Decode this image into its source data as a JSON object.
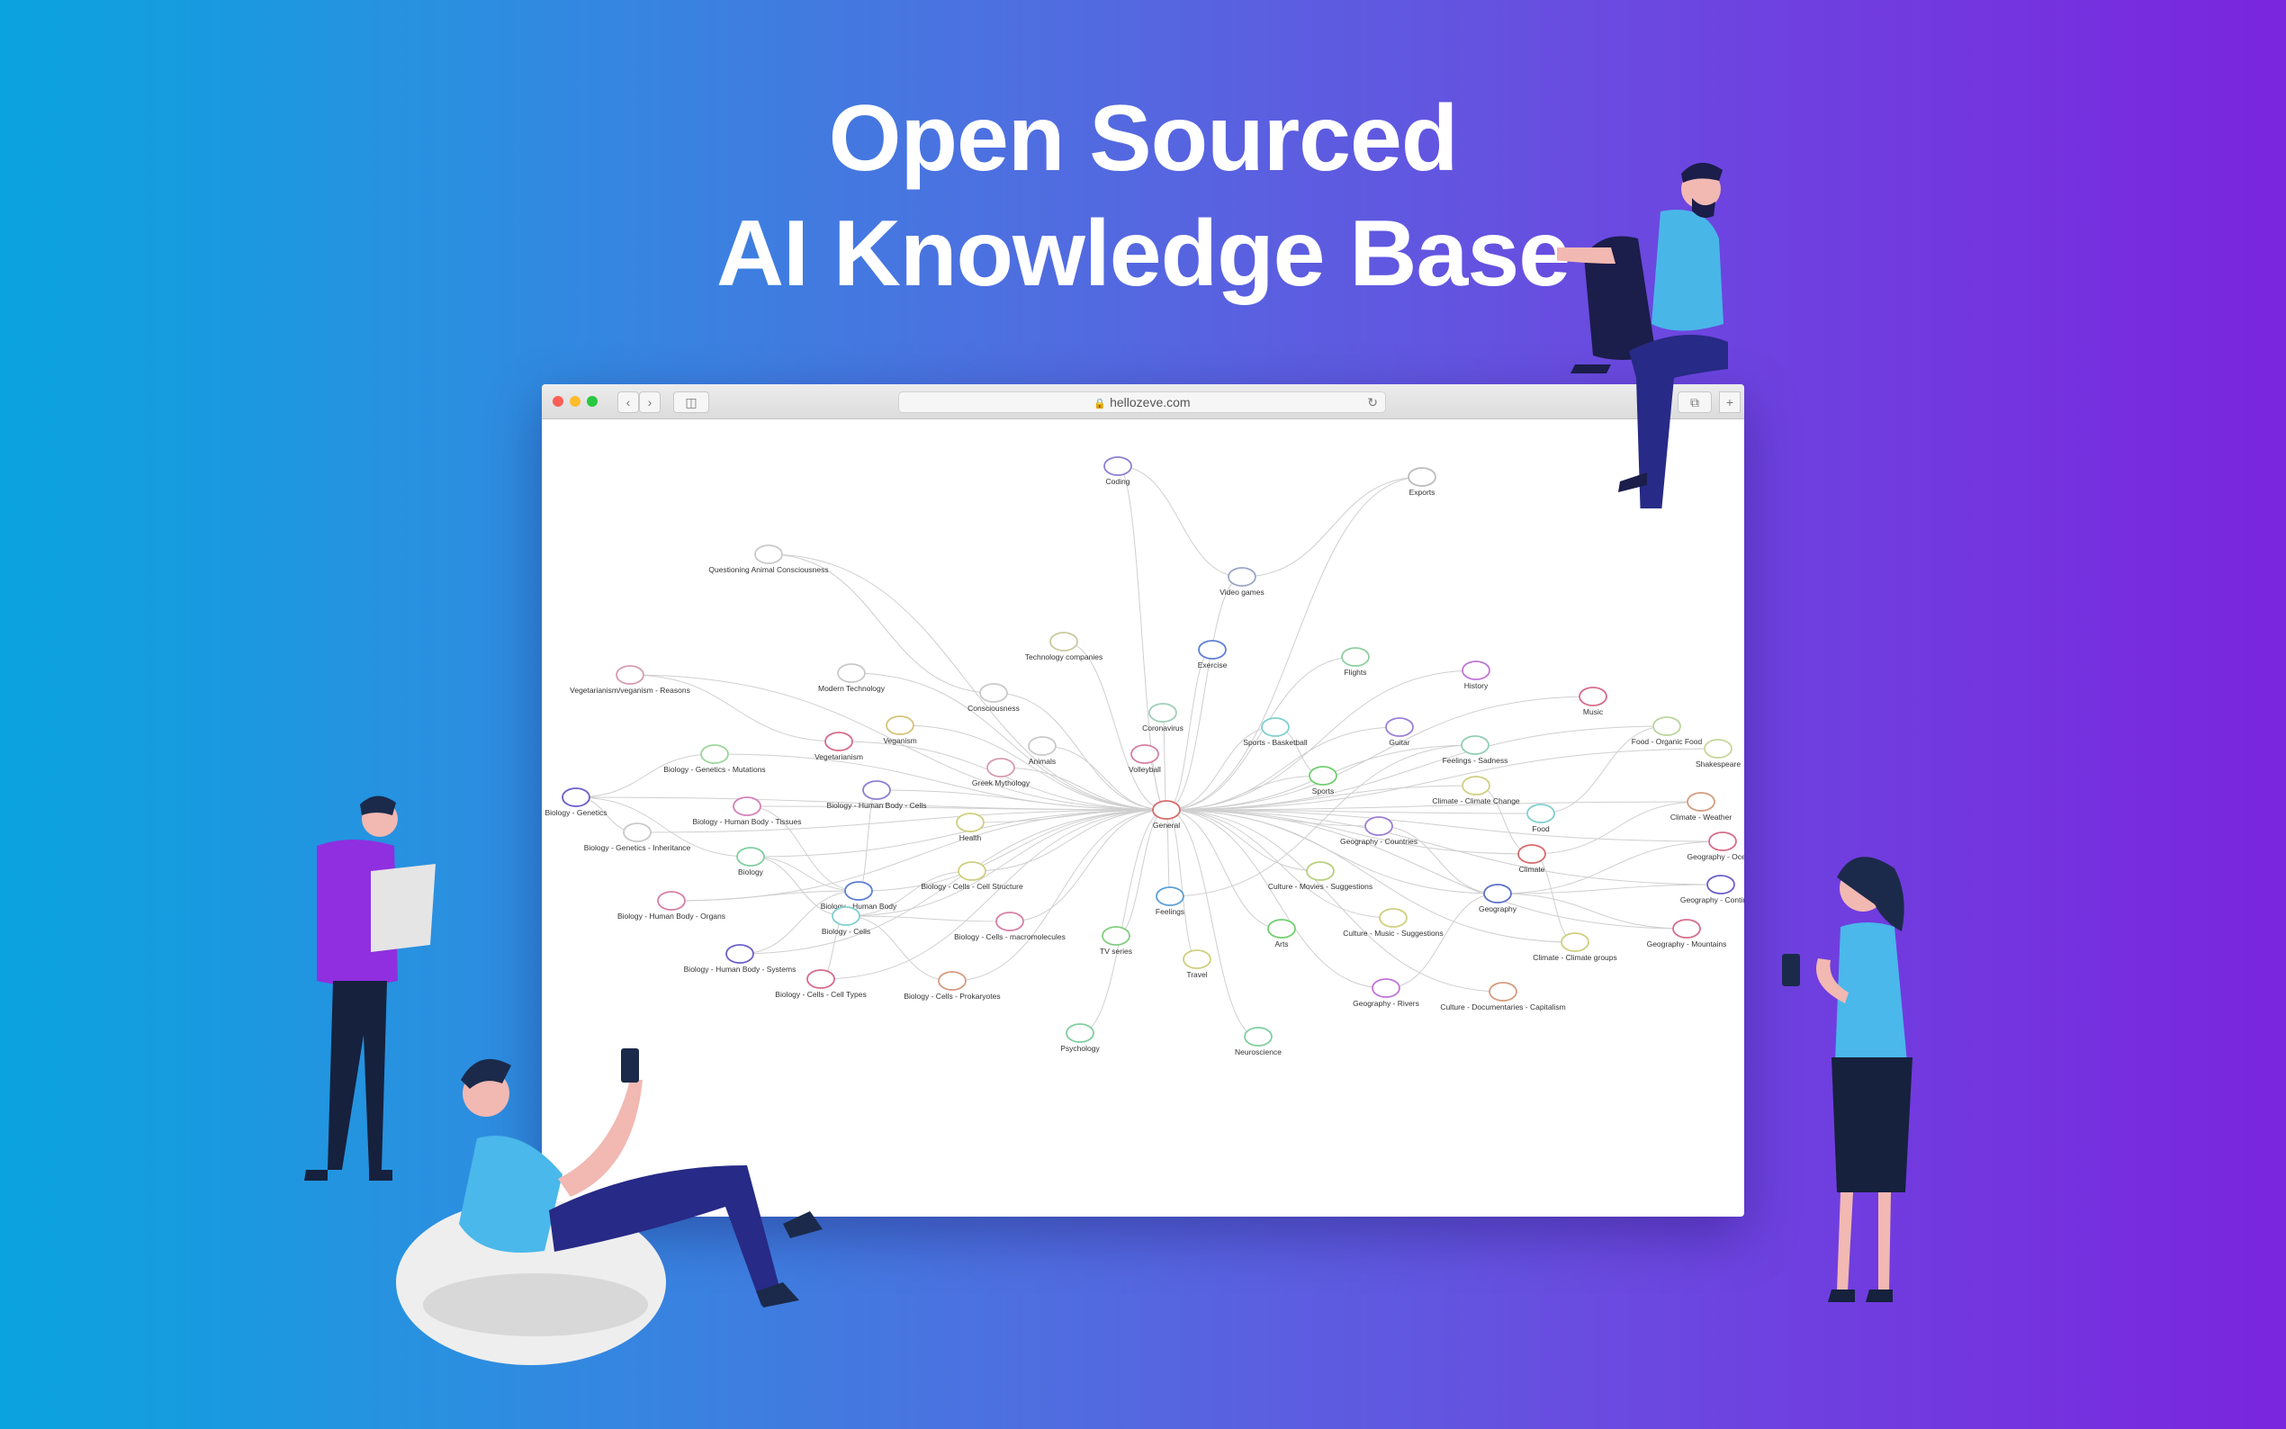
{
  "hero": {
    "line1": "Open Sourced",
    "line2": "AI Knowledge Base"
  },
  "browser": {
    "url": "hellozeve.com",
    "lock_icon": "lock-icon",
    "reload_icon": "reload-icon"
  },
  "graph": {
    "center": "General",
    "nodes": [
      {
        "label": "Coding",
        "color": "#8b7fd4"
      },
      {
        "label": "Exports",
        "color": "#bbbbbb"
      },
      {
        "label": "Questioning Animal Consciousness",
        "color": "#c9c9c9"
      },
      {
        "label": "Video games",
        "color": "#9aa6c8"
      },
      {
        "label": "Technology companies",
        "color": "#c9c9a0"
      },
      {
        "label": "Exercise",
        "color": "#5b7fd6"
      },
      {
        "label": "Flights",
        "color": "#8fcf9f"
      },
      {
        "label": "History",
        "color": "#c074d6"
      },
      {
        "label": "Music",
        "color": "#d66b8a"
      },
      {
        "label": "Vegetarianism/veganism - Reasons",
        "color": "#d69bb0"
      },
      {
        "label": "Modern Technology",
        "color": "#c9c9c9"
      },
      {
        "label": "Consciousness",
        "color": "#c9c9c9"
      },
      {
        "label": "Coronavirus",
        "color": "#9fcfb8"
      },
      {
        "label": "Food - Organic Food",
        "color": "#b8d69b"
      },
      {
        "label": "Veganism",
        "color": "#d6c27a"
      },
      {
        "label": "Sports - Basketball",
        "color": "#7fcfcf"
      },
      {
        "label": "Guitar",
        "color": "#9b7fd6"
      },
      {
        "label": "Shakespeare",
        "color": "#c8d69b"
      },
      {
        "label": "Vegetarianism",
        "color": "#d66b8a"
      },
      {
        "label": "Animals",
        "color": "#c9c9c9"
      },
      {
        "label": "Volleyball",
        "color": "#d67fa6"
      },
      {
        "label": "Feelings - Sadness",
        "color": "#8fcfb0"
      },
      {
        "label": "Biology - Genetics - Mutations",
        "color": "#9bd69b"
      },
      {
        "label": "Greek Mythology",
        "color": "#d69bb0"
      },
      {
        "label": "Sports",
        "color": "#6fcf6f"
      },
      {
        "label": "Climate - Climate Change",
        "color": "#cfcf7f"
      },
      {
        "label": "Biology - Genetics",
        "color": "#6b5fc8"
      },
      {
        "label": "Biology - Human Body - Cells",
        "color": "#8b7fd4"
      },
      {
        "label": "Biology - Human Body - Tissues",
        "color": "#d67fb8"
      },
      {
        "label": "Climate - Weather",
        "color": "#d69b7f"
      },
      {
        "label": "Food",
        "color": "#7fcfcf"
      },
      {
        "label": "General",
        "color": "#d66b6b"
      },
      {
        "label": "Health",
        "color": "#cfcf7f"
      },
      {
        "label": "Geography - Countries",
        "color": "#9b7fd6"
      },
      {
        "label": "Biology - Genetics - Inheritance",
        "color": "#c9c9c9"
      },
      {
        "label": "Geography - Oceans",
        "color": "#d66b8a"
      },
      {
        "label": "Climate",
        "color": "#d66b6b"
      },
      {
        "label": "Biology",
        "color": "#7fcf9f"
      },
      {
        "label": "Biology - Cells - Cell Structure",
        "color": "#cfcf7f"
      },
      {
        "label": "Culture - Movies - Suggestions",
        "color": "#b8cf7f"
      },
      {
        "label": "Geography - Continents",
        "color": "#6b5fc8"
      },
      {
        "label": "Biology - Human Body",
        "color": "#5b7fd6"
      },
      {
        "label": "Feelings",
        "color": "#5b9fd6"
      },
      {
        "label": "Geography",
        "color": "#5b6fc8"
      },
      {
        "label": "Biology - Human Body - Organs",
        "color": "#d67fa6"
      },
      {
        "label": "Biology - Cells",
        "color": "#7fcfcf"
      },
      {
        "label": "Culture - Music - Suggestions",
        "color": "#cfcf7f"
      },
      {
        "label": "Biology - Cells - macromolecules",
        "color": "#d67fa6"
      },
      {
        "label": "Arts",
        "color": "#6fcf6f"
      },
      {
        "label": "Climate - Climate groups",
        "color": "#cfcf7f"
      },
      {
        "label": "Geography - Mountains",
        "color": "#d66b8a"
      },
      {
        "label": "TV series",
        "color": "#7fcf7f"
      },
      {
        "label": "Biology - Human Body - Systems",
        "color": "#6b5fc8"
      },
      {
        "label": "Travel",
        "color": "#cfcf7f"
      },
      {
        "label": "Biology - Cells - Cell Types",
        "color": "#d66b8a"
      },
      {
        "label": "Biology - Cells - Prokaryotes",
        "color": "#d69b7f"
      },
      {
        "label": "Geography - Rivers",
        "color": "#c074d6"
      },
      {
        "label": "Culture - Documentaries - Capitalism",
        "color": "#d69b7f"
      },
      {
        "label": "Psychology",
        "color": "#7fcf9f"
      },
      {
        "label": "Neuroscience",
        "color": "#7fcf9f"
      }
    ]
  }
}
